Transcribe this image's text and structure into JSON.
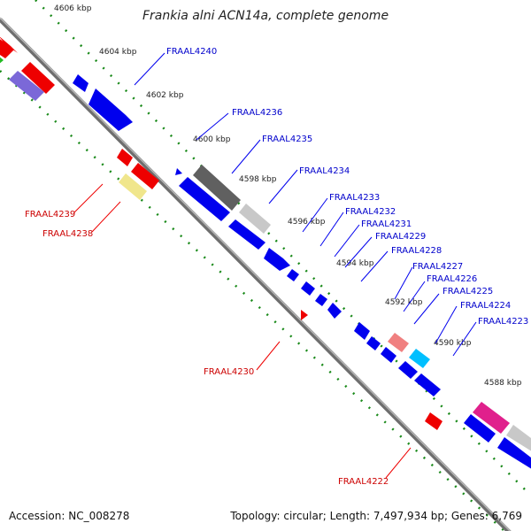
{
  "title": "Frankia alni ACN14a, complete genome",
  "footer": {
    "accession": "Accession: NC_008278",
    "summary": "Topology: circular; Length: 7,497,934 bp; Genes: 6,769"
  },
  "colors": {
    "forward_gene": "#0000ee",
    "reverse_gene": "#ee0000",
    "backbone": "#808080",
    "tick": "#1a8a1a"
  },
  "kbp_ticks": [
    "4606 kbp",
    "4604 kbp",
    "4602 kbp",
    "4600 kbp",
    "4598 kbp",
    "4596 kbp",
    "4594 kbp",
    "4592 kbp",
    "4590 kbp",
    "4588 kbp"
  ],
  "gene_labels": [
    {
      "name": "FRAAL4240",
      "strand": "forward"
    },
    {
      "name": "FRAAL4236",
      "strand": "forward"
    },
    {
      "name": "FRAAL4235",
      "strand": "forward"
    },
    {
      "name": "FRAAL4234",
      "strand": "forward"
    },
    {
      "name": "FRAAL4233",
      "strand": "forward"
    },
    {
      "name": "FRAAL4232",
      "strand": "forward"
    },
    {
      "name": "FRAAL4231",
      "strand": "forward"
    },
    {
      "name": "FRAAL4229",
      "strand": "forward"
    },
    {
      "name": "FRAAL4228",
      "strand": "forward"
    },
    {
      "name": "FRAAL4227",
      "strand": "forward"
    },
    {
      "name": "FRAAL4226",
      "strand": "forward"
    },
    {
      "name": "FRAAL4225",
      "strand": "forward"
    },
    {
      "name": "FRAAL4224",
      "strand": "forward"
    },
    {
      "name": "FRAAL4223",
      "strand": "forward"
    },
    {
      "name": "FRAAL4239",
      "strand": "reverse"
    },
    {
      "name": "FRAAL4238",
      "strand": "reverse"
    },
    {
      "name": "FRAAL4230",
      "strand": "reverse"
    },
    {
      "name": "FRAAL4222",
      "strand": "reverse"
    }
  ]
}
